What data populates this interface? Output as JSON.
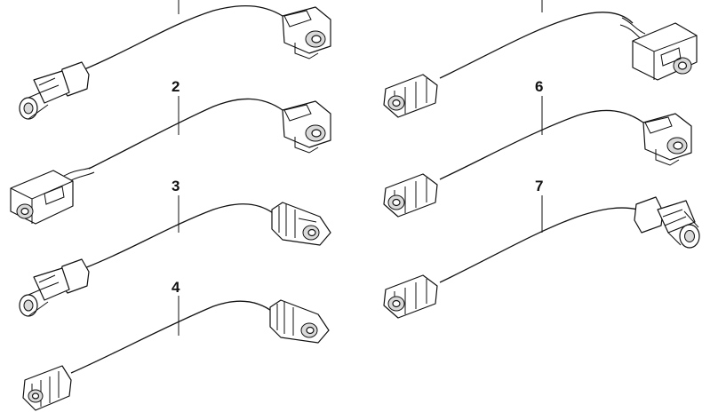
{
  "diagram": {
    "callouts": [
      {
        "id": "2",
        "label": "2"
      },
      {
        "id": "3",
        "label": "3"
      },
      {
        "id": "4",
        "label": "4"
      },
      {
        "id": "6",
        "label": "6"
      },
      {
        "id": "7",
        "label": "7"
      }
    ]
  }
}
